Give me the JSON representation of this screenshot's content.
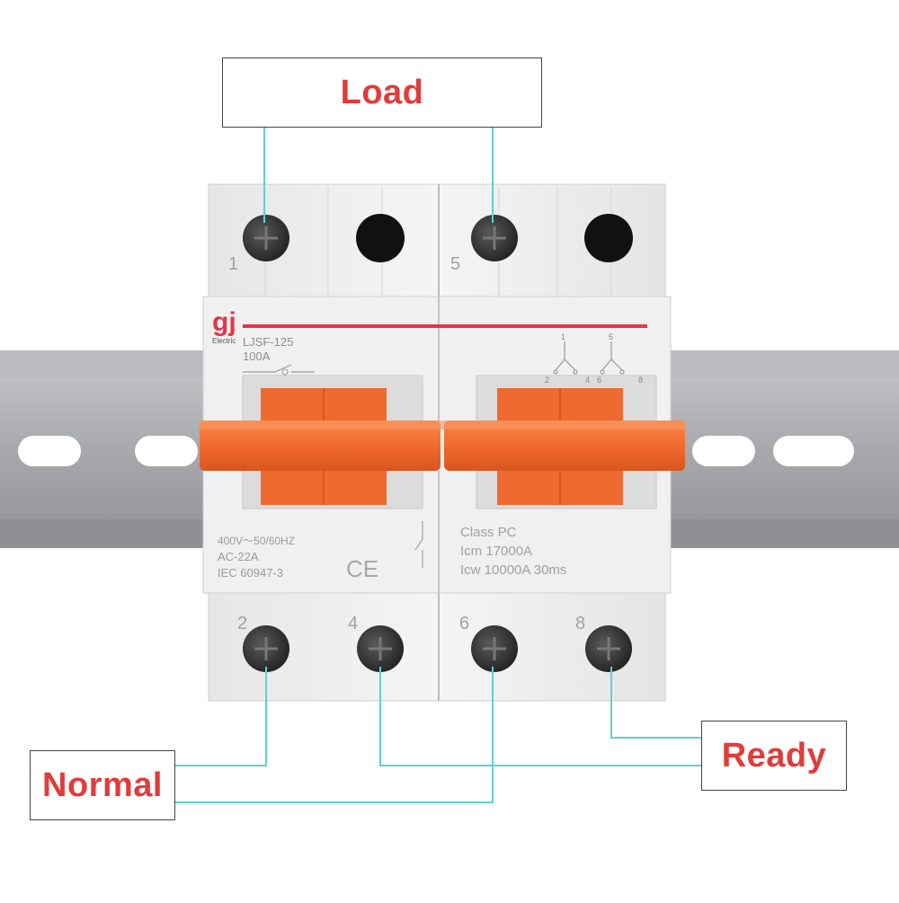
{
  "labels": {
    "load": "Load",
    "normal": "Normal",
    "ready": "Ready"
  },
  "device": {
    "brand_mark": "gj",
    "brand_name": "Electric",
    "model": "LJSF-125",
    "current": "100A",
    "terminal_numbers_top": [
      "1",
      "5"
    ],
    "terminal_numbers_bottom": [
      "2",
      "4",
      "6",
      "8"
    ],
    "schematic_numbers": [
      "1",
      "5",
      "2",
      "4",
      "6",
      "8"
    ],
    "spec_left": [
      "400V～50/60HZ",
      "AC-22A",
      "IEC  60947-3"
    ],
    "ce_mark": "CE",
    "spec_right": [
      "Class PC",
      "Icm 17000A",
      "Icw 10000A 30ms"
    ]
  },
  "colors": {
    "label_text": "#e23b3b",
    "wire": "#5fd3c8",
    "handle": "#f26a2e",
    "accent_line": "#e2364a",
    "rail": "#a9abae",
    "body": "#f1f1f1"
  }
}
